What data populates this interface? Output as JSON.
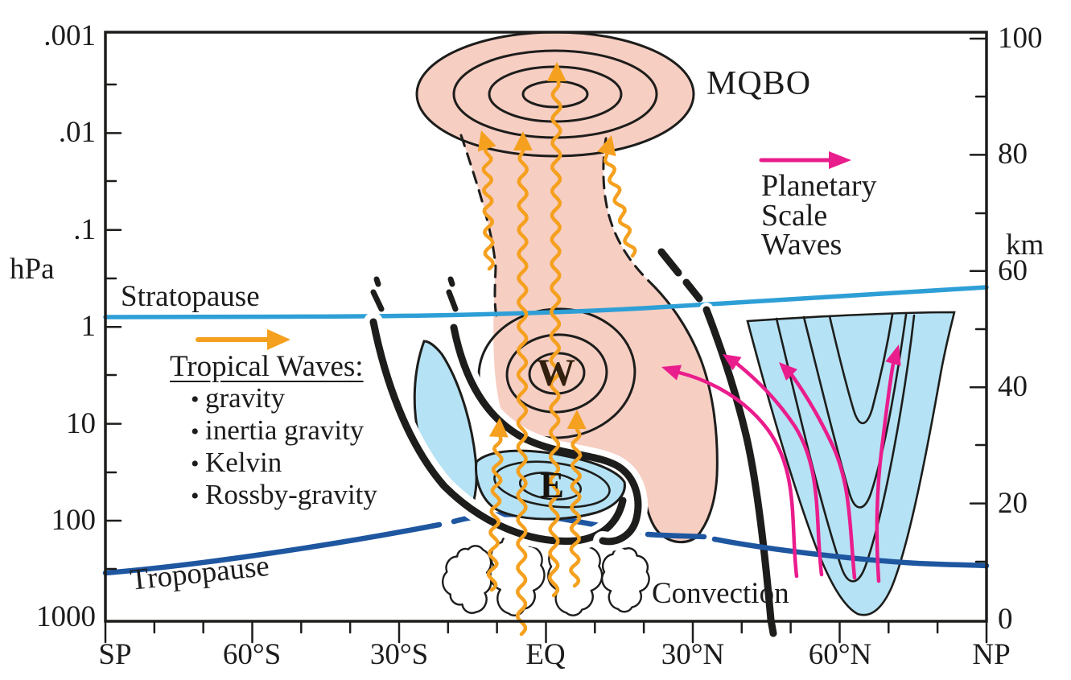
{
  "palette": {
    "ink": "#1d1d1b",
    "orange": "#F5A01E",
    "magenta": "#EA1D8D",
    "pink_fill": "#F6CEC2",
    "blue_fill": "#B5E2F4",
    "stratopause_blue": "#2E9FD6",
    "tropopause_blue": "#1E56A0",
    "westerly_letter": "#33200E"
  },
  "left_axis": {
    "unit": "hPa",
    "ticks": [
      ".001",
      ".01",
      ".1",
      "1",
      "10",
      "100",
      "1000"
    ]
  },
  "right_axis": {
    "unit": "km",
    "ticks": [
      "100",
      "80",
      "60",
      "40",
      "20",
      "0"
    ]
  },
  "bottom_axis": {
    "ticks": [
      "SP",
      "60°S",
      "30°S",
      "EQ",
      "30°N",
      "60°N",
      "NP"
    ]
  },
  "labels": {
    "mqbo": "MQBO",
    "planetary_waves": [
      "Planetary",
      "Scale",
      "Waves"
    ],
    "stratopause": "Stratopause",
    "tropopause": "Tropopause",
    "convection": "Convection",
    "westerly": "W",
    "easterly": "E"
  },
  "legend": {
    "title": "Tropical Waves:",
    "items": [
      "gravity",
      "inertia gravity",
      "Kelvin",
      "Rossby-gravity"
    ]
  }
}
